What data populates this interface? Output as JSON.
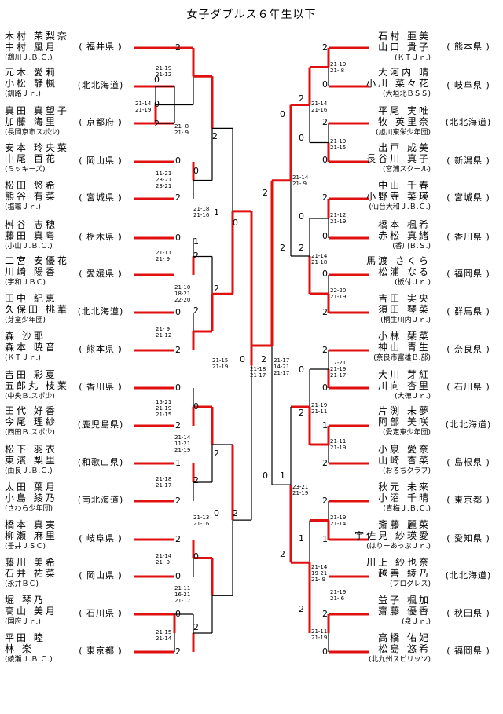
{
  "title": "女子ダブルス６年生以下",
  "left_entries": [
    {
      "n1": "木村 茉梨奈",
      "n2": "中村 風月",
      "club": "(鵡川Ｊ.Ｂ.Ｃ.)",
      "pref": "( 福井県 )"
    },
    {
      "n1": "元木 愛莉",
      "n2": "小松 静楓",
      "club": "(釧路Ｊｒ.)",
      "pref": "(北北海道)"
    },
    {
      "n1": "真田 真望子",
      "n2": "加藤 海里",
      "club": "(長岡京市スポ少)",
      "pref": "( 京都府 )"
    },
    {
      "n1": "安本 玲央菜",
      "n2": "中尾 百花",
      "club": "(ミッキーズ)",
      "pref": "( 岡山県 )"
    },
    {
      "n1": "松田 悠希",
      "n2": "熊谷 有菜",
      "club": "(塩竈Ｊｒ.)",
      "pref": "( 宮城県 )"
    },
    {
      "n1": "桝谷 志穂",
      "n2": "藤田 真粤",
      "club": "(小山Ｊ.Ｂ.Ｃ.)",
      "pref": "( 栃木県 )"
    },
    {
      "n1": "二宮 安優花",
      "n2": "川崎 陽香",
      "club": "(宇和ＪＢＣ)",
      "pref": "( 愛媛県 )"
    },
    {
      "n1": "田中 紀恵",
      "n2": "久保田 桃華",
      "club": "(芽室少年団)",
      "pref": "(北北海道)"
    },
    {
      "n1": "森 沙耶",
      "n2": "森本 暁音",
      "club": "(ＫＴＪｒ.)",
      "pref": "( 熊本県 )"
    },
    {
      "n1": "吉田 彩夏",
      "n2": "五郎丸 枝莱",
      "club": "(中央Ｂ.スポ少)",
      "pref": "( 香川県 )"
    },
    {
      "n1": "田代 好香",
      "n2": "今尾 理紗",
      "club": "(西田Ｂ.スポ少)",
      "pref": "(鹿児島県)"
    },
    {
      "n1": "松下 羽衣",
      "n2": "東濱 梨里",
      "club": "(由良Ｊ.Ｂ.Ｃ.)",
      "pref": "(和歌山県)"
    },
    {
      "n1": "太田 葉月",
      "n2": "小島 綾乃",
      "club": "(さわら少年団)",
      "pref": "(南北海道)"
    },
    {
      "n1": "橋本 真実",
      "n2": "柳瀬 麻里",
      "club": "(垂井ＪＳＣ)",
      "pref": "( 岐阜県 )"
    },
    {
      "n1": "藤川 美希",
      "n2": "石井 祐菜",
      "club": "(永井ＢＣ)",
      "pref": "( 岡山県 )"
    },
    {
      "n1": "堀 琴乃",
      "n2": "高山 美月",
      "club": "(国府Ｊｒ.)",
      "pref": "( 石川県 )"
    },
    {
      "n1": "平田 睦",
      "n2": "林 楽",
      "club": "(綾瀬Ｊ.Ｂ.Ｃ.)",
      "pref": "( 東京都 )"
    }
  ],
  "right_entries": [
    {
      "n1": "石村 亜美",
      "n2": "山口 貴子",
      "club": "(ＫＴＪｒ.)",
      "pref": "( 熊本県 )"
    },
    {
      "n1": "大河内 晴",
      "n2": "小川 菜々花",
      "club": "(大垣北ＢＳＳ)",
      "pref": "( 岐阜県 )"
    },
    {
      "n1": "平尾 実唯",
      "n2": "牧 英里奈",
      "club": "(旭川東栄少年団)",
      "pref": "(北北海道)"
    },
    {
      "n1": "出戸 成美",
      "n2": "長谷川 真子",
      "club": "(宮浦スクール)",
      "pref": "( 新潟県 )"
    },
    {
      "n1": "中山 千春",
      "n2": "小野寺 菜瑛",
      "club": "(仙台大和Ｊ.Ｂ.Ｃ.)",
      "pref": "( 宮城県 )"
    },
    {
      "n1": "橋本 楓希",
      "n2": "赤松 真緒",
      "club": "(香川Ｂ.Ｓ.)",
      "pref": "( 香川県 )"
    },
    {
      "n1": "馬渡 さくら",
      "n2": "松浦 なる",
      "club": "(板付Ｊｒ.)",
      "pref": "( 福岡県 )"
    },
    {
      "n1": "吉田 実央",
      "n2": "須田 琴菜",
      "club": "(桐生川内Ｊｒ.)",
      "pref": "( 群馬県 )"
    },
    {
      "n1": "小林 栞菜",
      "n2": "神山 青生",
      "club": "(奈良市富雄Ｂ.部)",
      "pref": "( 奈良県 )"
    },
    {
      "n1": "大川 芽紅",
      "n2": "川向 杏里",
      "club": "(大徳Ｊｒ.)",
      "pref": "( 石川県 )"
    },
    {
      "n1": "片渕 未夢",
      "n2": "阿部 美咲",
      "club": "(愛定東少年団)",
      "pref": "(北北海道)"
    },
    {
      "n1": "小泉 愛奈",
      "n2": "山崎 杏菜",
      "club": "(おろちクラブ)",
      "pref": "( 島根県 )"
    },
    {
      "n1": "秋元 未来",
      "n2": "小沼 千晴",
      "club": "(青梅Ｊ.Ｂ.Ｃ.)",
      "pref": "( 東京都 )"
    },
    {
      "n1": "斎藤 麗菜",
      "n2": "宇佐見 紗瑛愛",
      "club": "(はりーあっぷＪｒ.)",
      "pref": "( 愛知県 )"
    },
    {
      "n1": "川上 紗也奈",
      "n2": "越善 綾乃",
      "club": "(プログレス)",
      "pref": "(北北海道)"
    },
    {
      "n1": "益子 楓加",
      "n2": "齋藤 優香",
      "club": "(泉Ｊｒ.)",
      "pref": "( 秋田県 )"
    },
    {
      "n1": "高橋 佑妃",
      "n2": "松島 悠希",
      "club": "(北九州スピリッツ)",
      "pref": "( 福岡県 )"
    }
  ],
  "scores_left": [
    "2",
    "0",
    "0",
    "2",
    "0",
    "2",
    "0",
    "2",
    "0",
    "2",
    "2",
    "0",
    "1",
    "2",
    "1",
    "2",
    "0",
    "2",
    "1",
    "2",
    "2",
    "0",
    "0",
    "2",
    "0",
    "2",
    "0",
    "2",
    "2",
    "0",
    "0",
    "2"
  ],
  "scores_right": [
    "2",
    "0",
    "2",
    "0",
    "2",
    "0",
    "0",
    "2",
    "2",
    "0",
    "0",
    "2",
    "0",
    "2",
    "2",
    "0",
    "1",
    "2",
    "2",
    "1",
    "2",
    "0",
    "0",
    "2",
    "1",
    "2",
    "1",
    "2",
    "2",
    "0",
    "1",
    "2"
  ],
  "scores_final": {
    "left": "0",
    "right": "2"
  },
  "game_scores": {
    "l1": "21-19\n21-12",
    "l2": "21-14\n21-19",
    "l3": "21- 8\n21- 9",
    "l4": "11-21\n23-21\n23-21",
    "l5": "21-18\n21-16",
    "l6": "21-11\n21- 9",
    "l7": "21-10\n18-21\n22-20",
    "l8": "21- 9\n21-12",
    "l9": "21-15\n21-19",
    "l10": "15-21\n21-19\n21-15",
    "l11": "21-14\n11-21\n21-19",
    "l12": "21-18\n21-17",
    "l13": "21-13\n21-16",
    "l14": "21-14\n21- 9",
    "l15": "21-11\n16-21\n21-17",
    "l16": "21-15\n21-14",
    "final": "21-18\n21-17",
    "r1": "21-19\n21- 8",
    "r2": "21-14\n21-16",
    "r3": "21-19\n21-15",
    "r4": "21-14\n21- 9",
    "r5": "21-12\n21-19",
    "r6": "21-14\n21-18",
    "r7": "22-20\n21-19",
    "r8": "21-17\n14-21\n21-17",
    "r9": "17-21\n21-19\n21-17",
    "r10": "21-19\n21-11",
    "r11": "21-11\n21-19",
    "r12": "23-21\n21-19",
    "r13": "21-19\n21-14",
    "r14": "21-14\n19-21\n21- 9",
    "r15": "21-19\n21- 6",
    "r16": "21-11\n21-19"
  },
  "colors": {
    "winner_line": "#e01010",
    "line": "#000000"
  }
}
